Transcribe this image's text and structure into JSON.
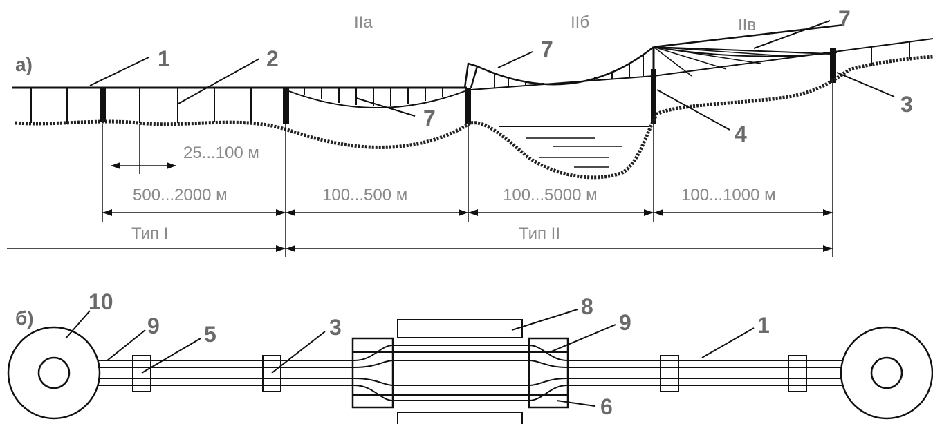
{
  "part_labels": {
    "a": "а)",
    "b": "б)"
  },
  "zones": {
    "IIa": "IIа",
    "IIb": "IIб",
    "IIc": "IIв"
  },
  "callouts_a": {
    "c1": "1",
    "c2": "2",
    "c3": "3",
    "c4": "4",
    "c7a": "7",
    "c7b": "7",
    "c7c": "7"
  },
  "callouts_b": {
    "c10": "10",
    "c9a": "9",
    "c5": "5",
    "c3": "3",
    "c8": "8",
    "c9b": "9",
    "c1": "1",
    "c6": "6"
  },
  "dimensions": {
    "span": "25...100 м",
    "type1_len": "500...2000 м",
    "IIa_len": "100...500 м",
    "IIb_len": "100...5000 м",
    "IIc_len": "100...1000 м",
    "type1": "Тип I",
    "type2": "Тип II"
  }
}
